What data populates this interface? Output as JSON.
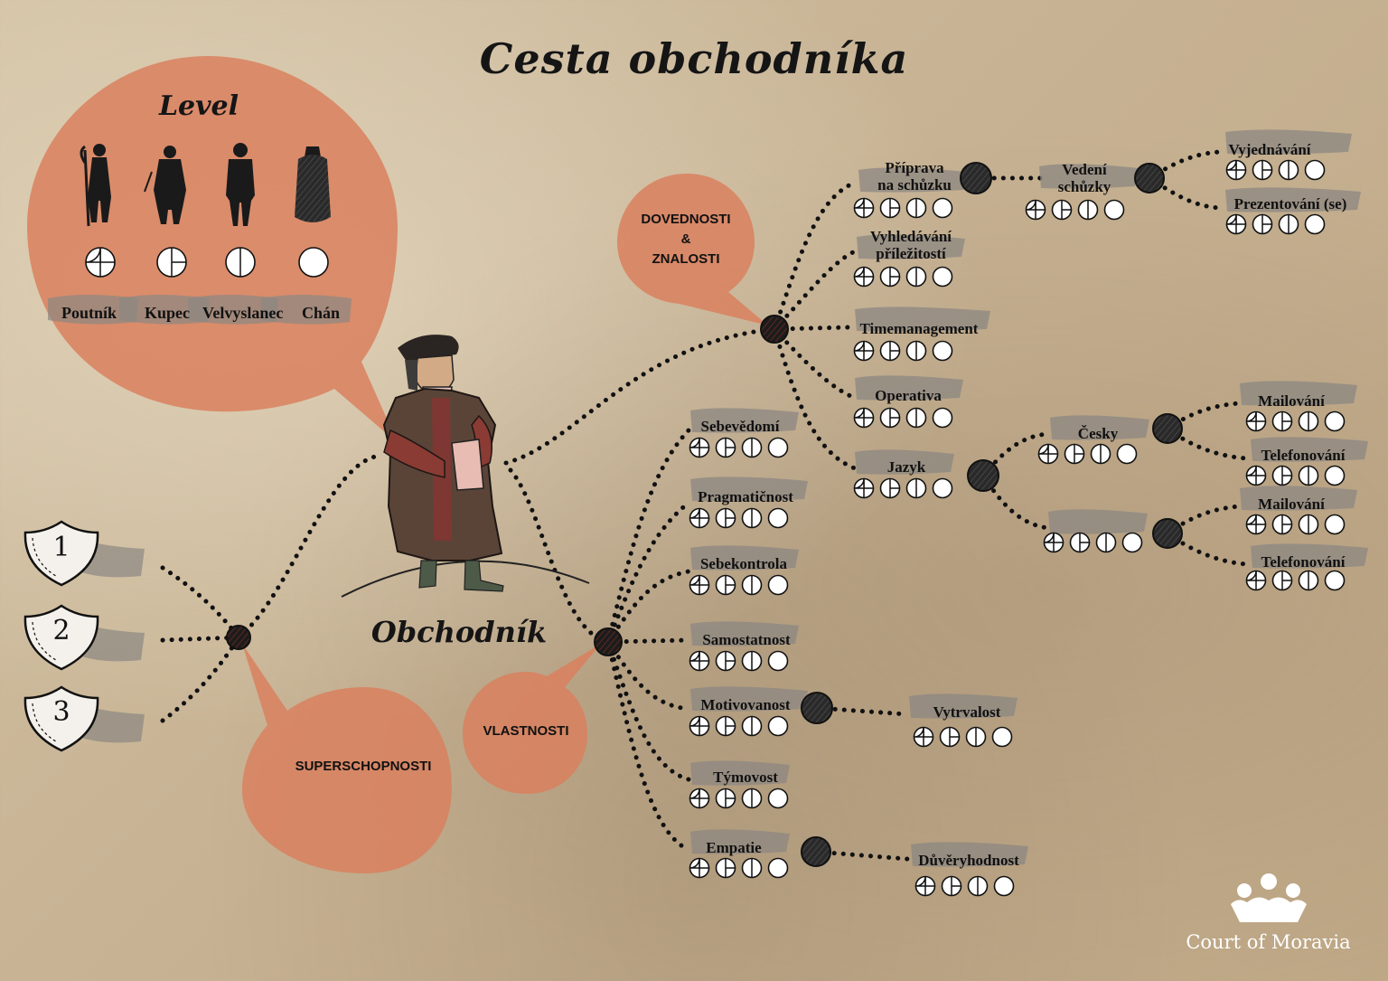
{
  "title": "Cesta obchodníka",
  "level_heading": "Level",
  "merchant_label": "Obchodník",
  "levels": [
    {
      "name": "Poutník",
      "rating": 3
    },
    {
      "name": "Kupec",
      "rating": 2
    },
    {
      "name": "Velvyslanec",
      "rating": 1
    },
    {
      "name": "Chán",
      "rating": 0
    }
  ],
  "bubbles": {
    "dovednosti": [
      "DOVEDNOSTI",
      "&",
      "ZNALOSTI"
    ],
    "vlastnosti": "VLASTNOSTI",
    "superschopnosti": "SUPERSCHOPNOSTI"
  },
  "superpowers": [
    "1",
    "2",
    "3"
  ],
  "skills": [
    {
      "id": "priprava",
      "label": [
        "Příprava",
        "na schůzku"
      ],
      "rating": [
        3,
        2,
        1,
        0
      ]
    },
    {
      "id": "vedeni",
      "label": [
        "Vedení",
        "schůzky"
      ],
      "rating": [
        3,
        2,
        1,
        0
      ]
    },
    {
      "id": "vyjednavani",
      "label": [
        "Vyjednávání"
      ],
      "rating": [
        3,
        2,
        1,
        0
      ]
    },
    {
      "id": "prezentovani",
      "label": [
        "Prezentování (se)"
      ],
      "rating": [
        3,
        2,
        1,
        0
      ]
    },
    {
      "id": "vyhledavani",
      "label": [
        "Vyhledávání",
        "příležitostí"
      ],
      "rating": [
        3,
        2,
        1,
        0
      ]
    },
    {
      "id": "timemanagement",
      "label": [
        "Timemanagement"
      ],
      "rating": [
        3,
        2,
        1,
        0
      ]
    },
    {
      "id": "operativa",
      "label": [
        "Operativa"
      ],
      "rating": [
        3,
        2,
        1,
        0
      ]
    },
    {
      "id": "jazyk",
      "label": [
        "Jazyk"
      ],
      "rating": [
        3,
        2,
        1,
        0
      ]
    },
    {
      "id": "cesky",
      "label": [
        "Česky"
      ],
      "rating": [
        3,
        2,
        1,
        0
      ]
    },
    {
      "id": "mailovani1",
      "label": [
        "Mailování"
      ],
      "rating": [
        3,
        2,
        1,
        0
      ]
    },
    {
      "id": "telefonovani1",
      "label": [
        "Telefonování"
      ],
      "rating": [
        3,
        2,
        1,
        0
      ]
    },
    {
      "id": "jazyk2",
      "label": [],
      "rating": [
        3,
        2,
        1,
        0
      ]
    },
    {
      "id": "mailovani2",
      "label": [
        "Mailování"
      ],
      "rating": [
        3,
        2,
        1,
        0
      ]
    },
    {
      "id": "telefonovani2",
      "label": [
        "Telefonování"
      ],
      "rating": [
        3,
        2,
        1,
        0
      ]
    },
    {
      "id": "sebevedomi",
      "label": [
        "Sebevědomí"
      ],
      "rating": [
        3,
        2,
        1,
        0
      ]
    },
    {
      "id": "pragmaticnost",
      "label": [
        "Pragmatičnost"
      ],
      "rating": [
        3,
        2,
        1,
        0
      ]
    },
    {
      "id": "sebekontrola",
      "label": [
        "Sebekontrola"
      ],
      "rating": [
        3,
        2,
        1,
        0
      ]
    },
    {
      "id": "samostatnost",
      "label": [
        "Samostatnost"
      ],
      "rating": [
        3,
        2,
        1,
        0
      ]
    },
    {
      "id": "motivovanost",
      "label": [
        "Motivovanost"
      ],
      "rating": [
        3,
        2,
        1,
        0
      ]
    },
    {
      "id": "vytrvalost",
      "label": [
        "Vytrvalost"
      ],
      "rating": [
        3,
        2,
        1,
        0
      ]
    },
    {
      "id": "tymovost",
      "label": [
        "Týmovost"
      ],
      "rating": [
        3,
        2,
        1,
        0
      ]
    },
    {
      "id": "empatie",
      "label": [
        "Empatie"
      ],
      "rating": [
        3,
        2,
        1,
        0
      ]
    },
    {
      "id": "duveryhodnost",
      "label": [
        "Důvěryhodnost"
      ],
      "rating": [
        3,
        2,
        1,
        0
      ]
    }
  ],
  "brand": "Court of Moravia",
  "colors": {
    "bubble": "#d9805e",
    "node": "#1b1b1b",
    "dots": "#111111",
    "smudge": "#8c8782",
    "shield": "#f4f1ec",
    "coat": "#5a4438"
  }
}
